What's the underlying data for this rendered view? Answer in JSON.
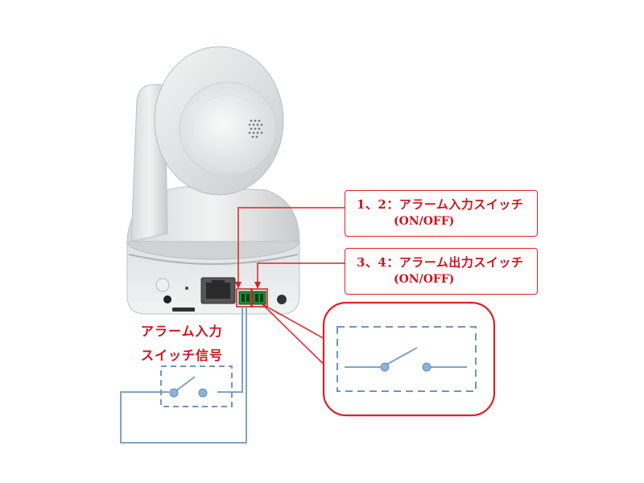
{
  "callouts": {
    "input": {
      "line1": "1、2：アラーム入力スイッチ",
      "line2": "(ON/OFF)"
    },
    "output": {
      "line1": "3、4：アラーム出力スイッチ",
      "line2": "(ON/OFF)"
    }
  },
  "side_label": {
    "line1": "アラーム入力",
    "line2": "スイッチ信号"
  },
  "colors": {
    "annotation_red": "#d9232a",
    "text_red": "#c8161e",
    "wire_blue": "#7fa3c9",
    "switch_dash_blue": "#8aaed4",
    "terminal_green": "#1e8a3a",
    "camera_body": "#e8eaeb"
  },
  "icons": {
    "camera": "ptz-camera-icon",
    "ethernet_port": "ethernet-port-icon",
    "terminal_block": "terminal-block-icon",
    "switch": "switch-symbol-icon"
  }
}
